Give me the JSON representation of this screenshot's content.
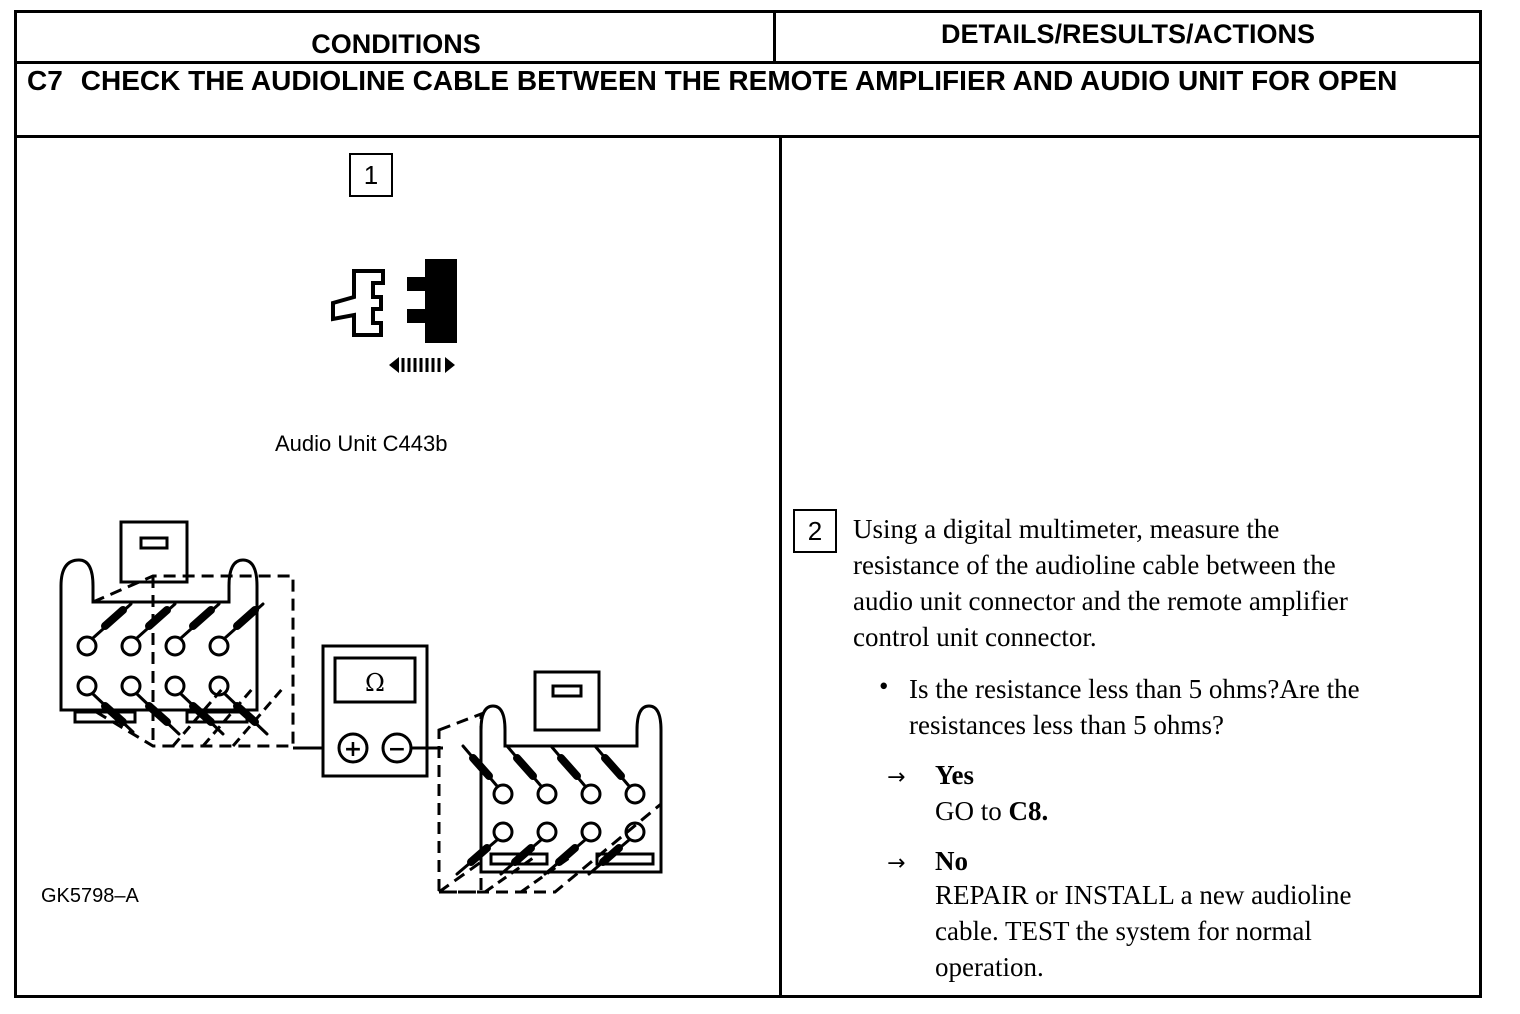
{
  "table": {
    "col_conditions": "CONDITIONS",
    "col_details": "DETAILS/RESULTS/ACTIONS"
  },
  "step": {
    "code": "C7",
    "title": "CHECK THE AUDIOLINE CABLE BETWEEN THE REMOTE AMPLIFIER AND AUDIO UNIT FOR OPEN"
  },
  "conditions": {
    "step1_number": "1",
    "connector_label": "Audio Unit C443b",
    "meter_symbol": "Ω",
    "meter_plus": "+",
    "meter_minus": "−",
    "figure_id": "GK5798–A"
  },
  "details": {
    "step2_number": "2",
    "instruction_lines": [
      "Using a digital multimeter, measure the",
      "resistance of the audioline cable between the",
      "audio unit connector and the remote amplifier",
      "control unit connector."
    ],
    "bullet": "•",
    "question_lines": [
      "Is the resistance less than 5 ohms?Are the",
      "resistances less than 5 ohms?"
    ],
    "arrow": "→",
    "yes_label": "Yes",
    "yes_action_prefix": "GO to",
    "yes_action_target": "C8.",
    "no_label": "No",
    "no_action_lines": [
      "REPAIR or INSTALL a new audioline",
      "cable. TEST the system for normal",
      "operation."
    ]
  }
}
